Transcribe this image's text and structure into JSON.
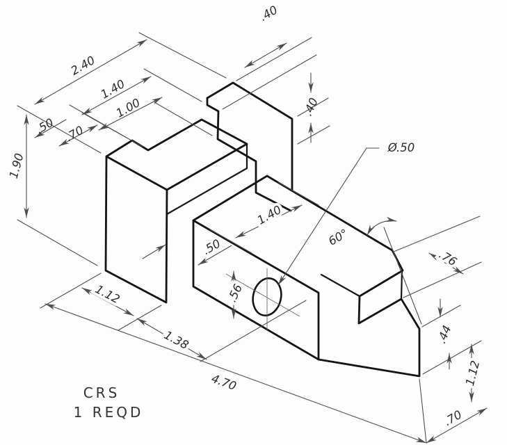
{
  "notes": {
    "material": "CRS",
    "quantity": "1 REQD"
  },
  "dimensions": {
    "overall_depth": "2.40",
    "top_140": "1.40",
    "top_100": "1.00",
    "top_50": ".50",
    "top_70": ".70",
    "step_width_40": ".40",
    "step_height_40": ".40",
    "overall_height": "1.90",
    "hole_diameter": "Ø.50",
    "face_width_140": "1.40",
    "front_offset_50": ".50",
    "hole_center_56": ".56",
    "nose_angle": "60°",
    "notch_width_76": ".76",
    "base_112": "1.12",
    "base_138": "1.38",
    "overall_length": "4.70",
    "notch_height_44": ".44",
    "right_height_112": "1.12",
    "right_offset_70": ".70"
  }
}
